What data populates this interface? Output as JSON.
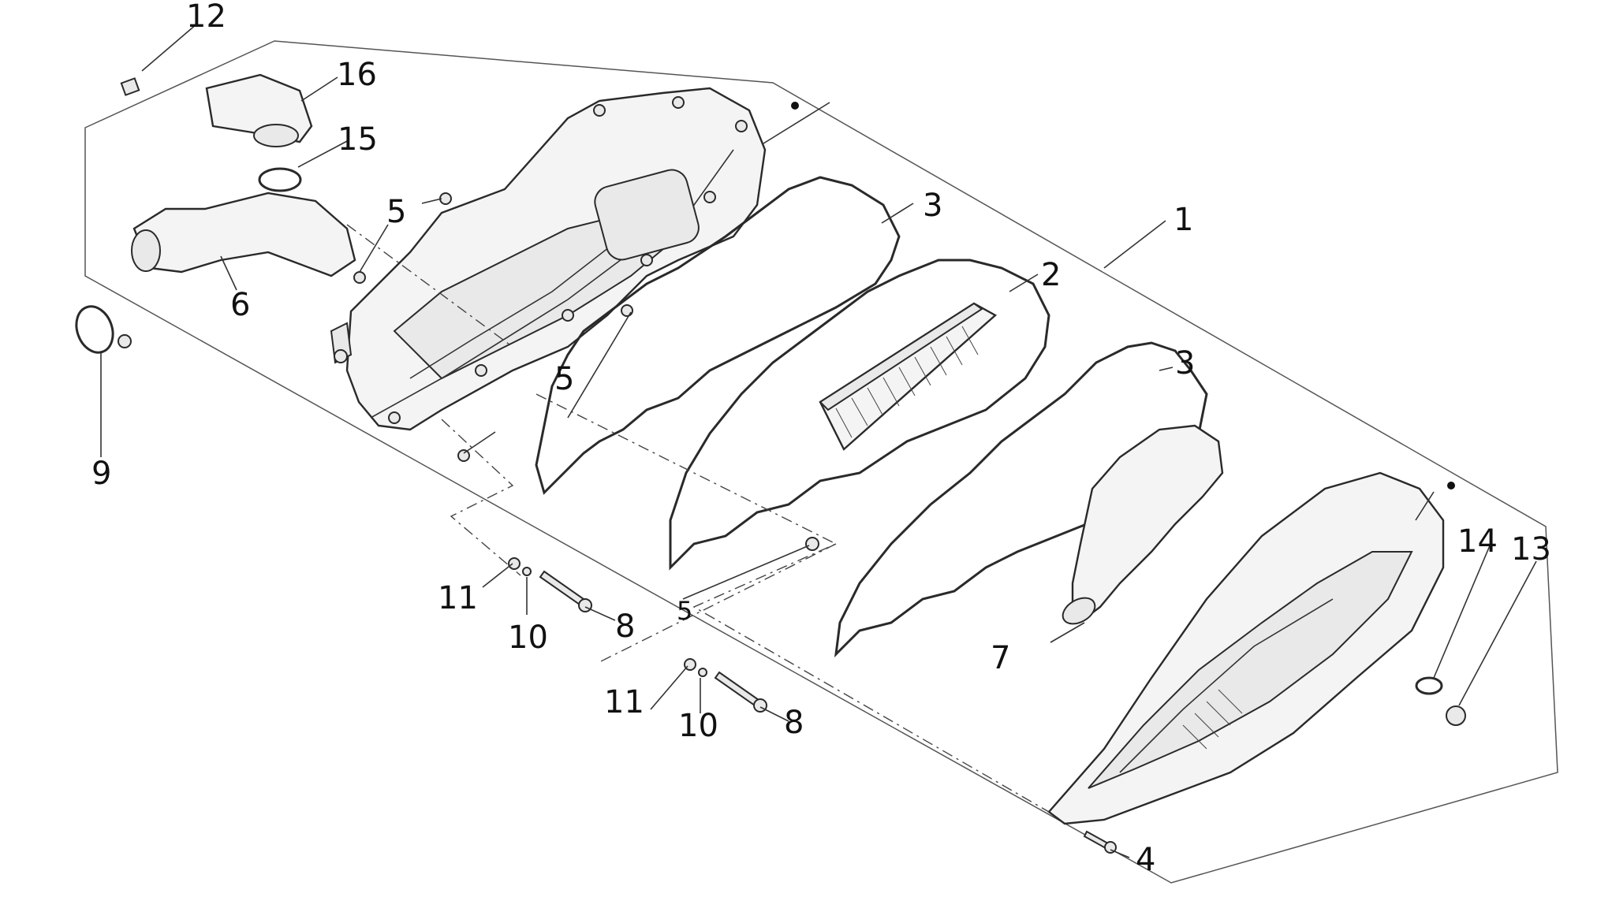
{
  "diagram": {
    "callouts": {
      "c1": "1",
      "c2": "2",
      "c3a": "3",
      "c3b": "3",
      "c4": "4",
      "c5a": "5",
      "c5b": "5",
      "c5c": "5",
      "c6": "6",
      "c7": "7",
      "c8a": "8",
      "c8b": "8",
      "c9": "9",
      "c10a": "10",
      "c10b": "10",
      "c11a": "11",
      "c11b": "11",
      "c12": "12",
      "c13": "13",
      "c14": "14",
      "c15": "15",
      "c16": "16"
    }
  }
}
